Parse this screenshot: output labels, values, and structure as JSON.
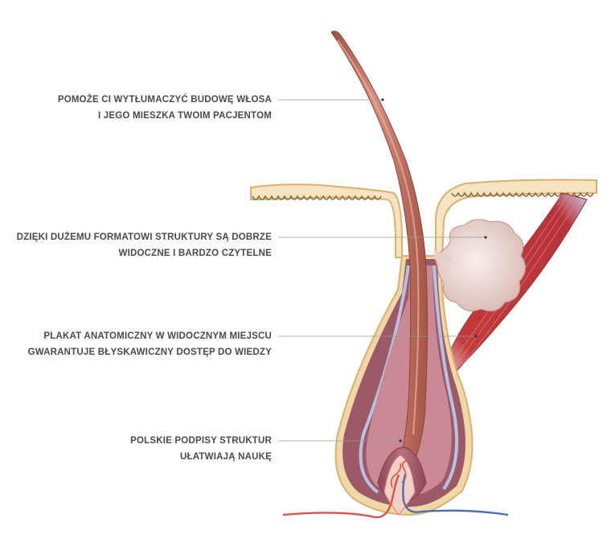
{
  "callouts": [
    {
      "lines": [
        "POMOŻE CI WYTŁUMACZYĆ BUDOWĘ WŁOSA",
        "I JEGO MIESZKA TWOIM PACJENTOM"
      ]
    },
    {
      "lines": [
        "DZIĘKI DUŻEMU FORMATOWI STRUKTURY SĄ DOBRZE",
        "WIDOCZNE I BARDZO CZYTELNE"
      ]
    },
    {
      "lines": [
        "PLAKAT ANATOMICZNY W WIDOCZNYM MIEJSCU",
        "GWARANTUJE BŁYSKAWICZNY DOSTĘP DO WIEDZY"
      ]
    },
    {
      "lines": [
        "POLSKIE PODPISY STRUKTUR",
        "UŁATWIAJĄ NAUKĘ"
      ]
    }
  ],
  "colors": {
    "hair_shaft": "#b86a58",
    "hair_shaft_highlight": "#e2a08f",
    "follicle_outer": "#f2d7a6",
    "follicle_sheath": "#9c5a69",
    "follicle_inner": "#c98a95",
    "sheath_blue": "#b8c2e0",
    "sebaceous_gland": "#f1e0de",
    "muscle": "#c8413f",
    "artery": "#d9534f",
    "vein": "#4a6fb3",
    "skin": "#f6e3bf",
    "leader_line": "#9a9a9a",
    "text": "#4a4a4a"
  }
}
